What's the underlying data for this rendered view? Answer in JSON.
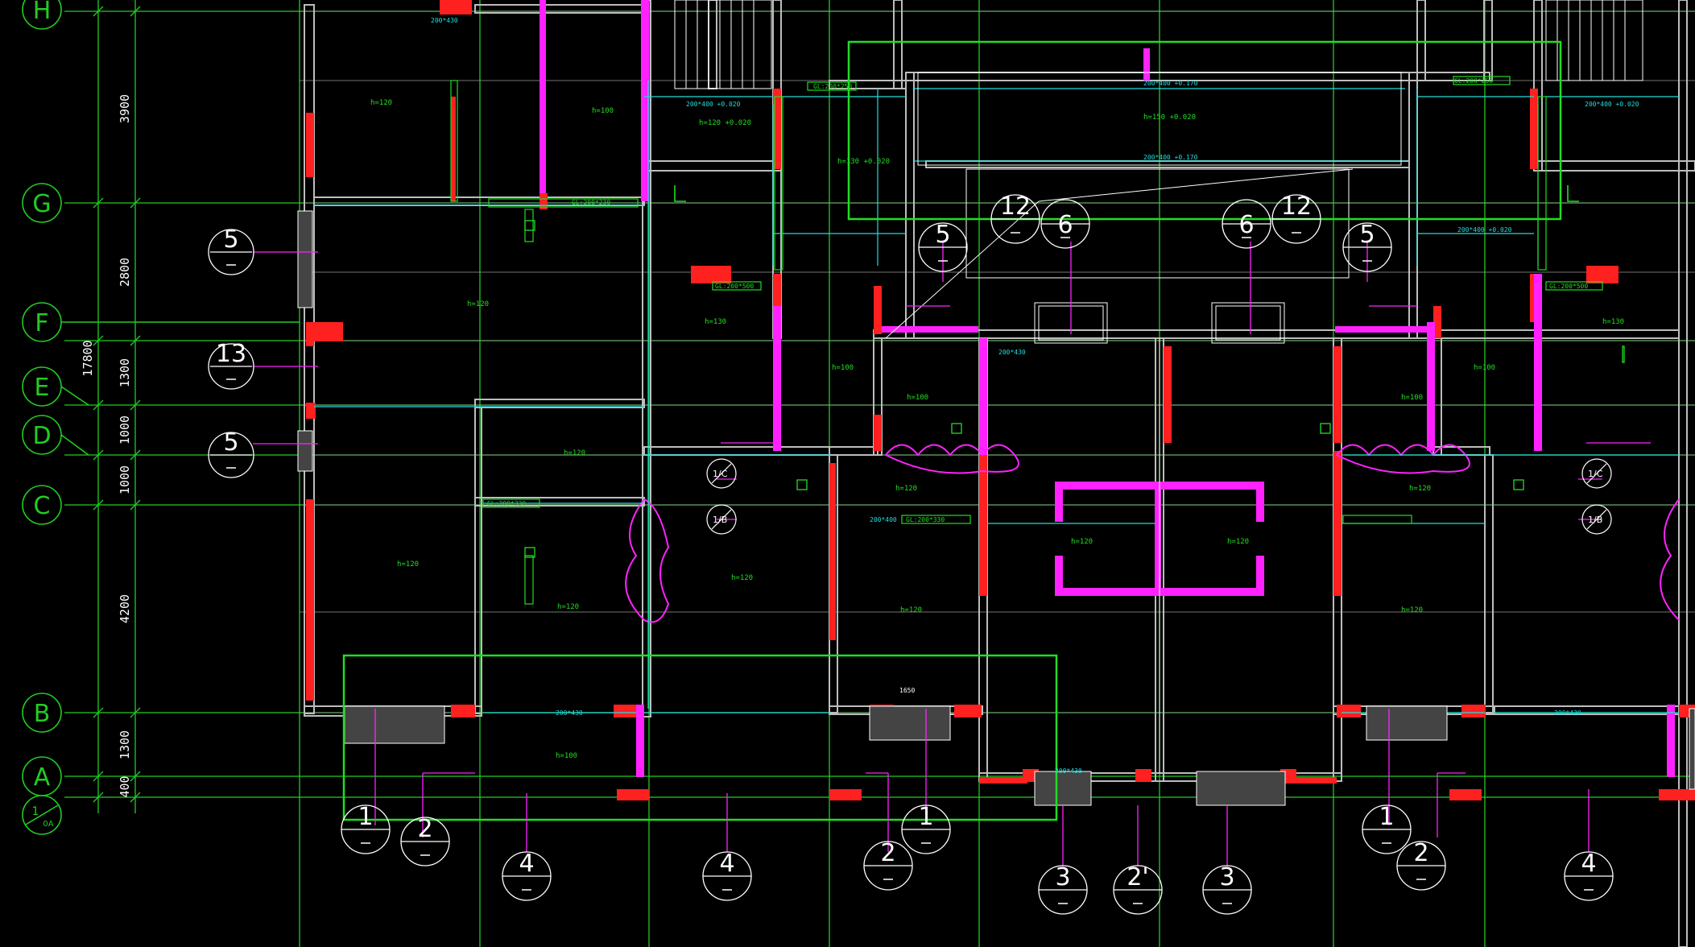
{
  "colors": {
    "background": "#000000",
    "axis": "#22cc22",
    "wall": "#bdbdbd",
    "column": "#ff2020",
    "magenta": "#ff22ff",
    "cyan": "#22dddd",
    "white": "#ffffff",
    "highlight": "#22dd22"
  },
  "axes": {
    "H": "H",
    "G": "G",
    "F": "F",
    "E": "E",
    "D": "D",
    "C": "C",
    "B": "B",
    "A": "A",
    "sub_top": "1",
    "sub_bottom": "0A"
  },
  "dimensions": {
    "d_3900": "3900",
    "d_2800": "2800",
    "d_1300a": "1300",
    "d_1000a": "1000",
    "d_1000b": "1000",
    "d_4200": "4200",
    "d_1300b": "1300",
    "d_400": "400",
    "total": "17800"
  },
  "section_marks": {
    "s1": "5",
    "s2": "13",
    "s3": "5",
    "s4": "5",
    "s5": "5",
    "s6": "12",
    "s7": "6",
    "s8": "6",
    "s9": "12",
    "s10": "1",
    "s11": "2",
    "s12": "4",
    "s13": "4",
    "s14": "2",
    "s15": "1",
    "s16": "3",
    "s17": "2'",
    "s18": "3",
    "s19": "1",
    "s20": "2",
    "s21": "4"
  },
  "room_labels": {
    "h120_a": "h=120",
    "h100_a": "h=100",
    "h120_b": "h=120",
    "h130_a": "h=130",
    "h120_c": "h=120",
    "h120_d": "h=120",
    "h120_e": "h=120",
    "h120_f": "h=120",
    "h120_g": "h=120",
    "h120_h": "h=120",
    "h120_i": "h=120",
    "h100_b": "h=100",
    "h150": "h=150 +0.020",
    "h130_b": "h=130 +0.020",
    "h120_j": "h=120 +0.020",
    "h130_c": "h=130",
    "h100_c": "h=100",
    "h100_d": "h=100",
    "h120_k": "h=120",
    "h120_l": "h=120",
    "h100_e": "h=100",
    "h100_f": "h=100",
    "h120_m": "h=120"
  },
  "beam_labels": {
    "b1": "200*430",
    "b2": "GL:200*230",
    "b3": "200*400 +0.020",
    "b4": "GL:200*250",
    "b5": "200*400 +0.170",
    "b6": "200*400 +0.170",
    "b7": "GL:200*250",
    "b8": "200*400 +0.020",
    "b9": "200*400 +0.020",
    "b10": "GL:200*500",
    "b11": "GL:200*500",
    "b12": "200*430",
    "b13": "GL:200*330",
    "b14": "200*400",
    "b15": "GL:200*330",
    "b16": "200*430",
    "b17": "200*430",
    "b18": "200*430",
    "b19": "1650"
  },
  "markers": {
    "c_left": "1/C",
    "b_left": "1/B",
    "c_right": "1/C",
    "b_right": "1/B"
  }
}
